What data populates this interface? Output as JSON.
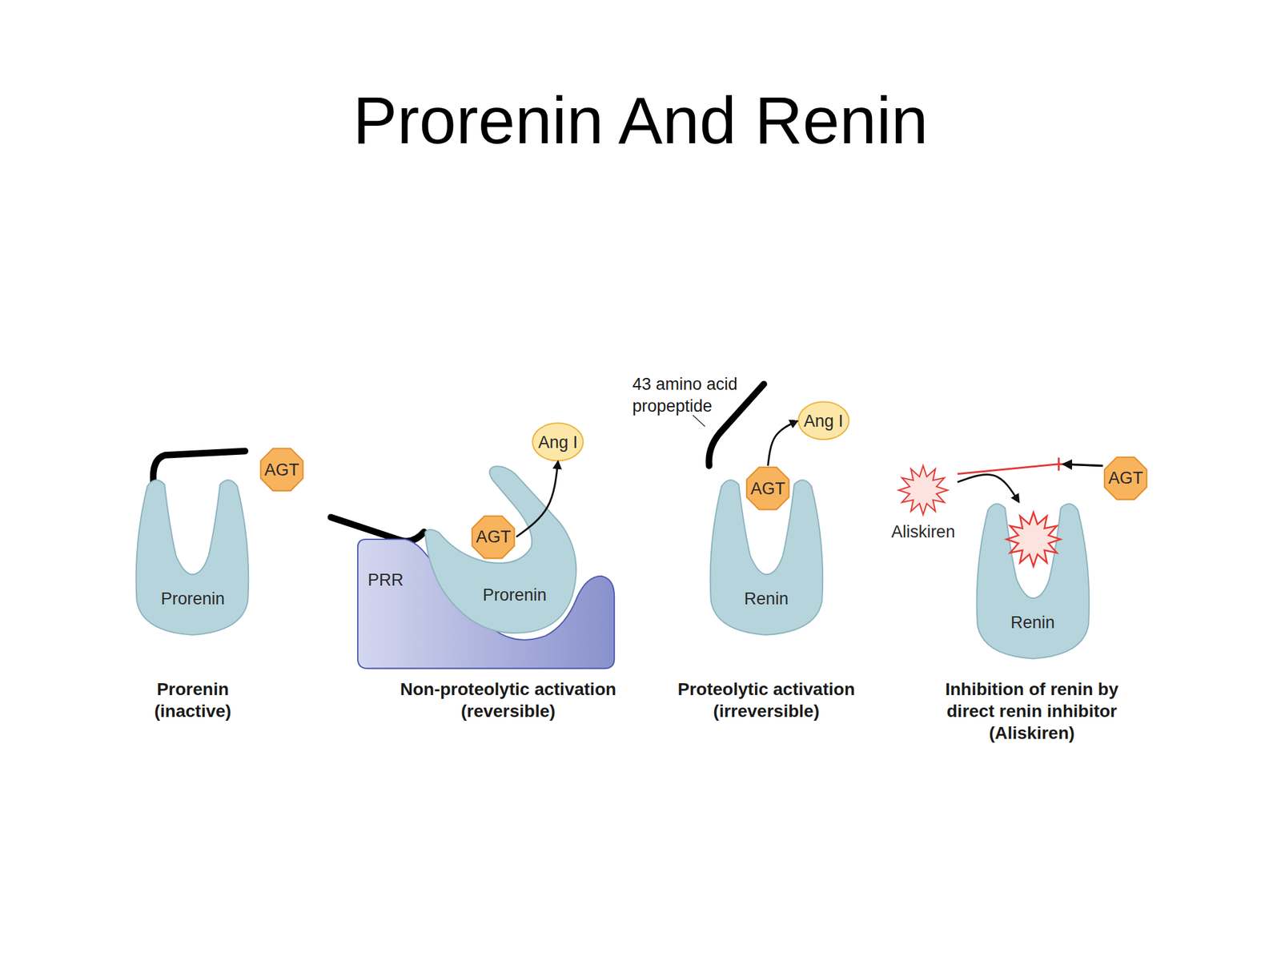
{
  "diagram": {
    "title": "Prorenin And Renin",
    "nodes": [
      {
        "text": [
          "Prorenin"
        ]
      },
      {
        "text": [
          "AGT"
        ]
      },
      {
        "text": [
          "PRR"
        ]
      },
      {
        "text": [
          "Prorenin"
        ],
        "in": 2
      },
      {
        "text": [
          "AGT"
        ]
      },
      {
        "text": [
          "Ang I"
        ]
      },
      {
        "text": [
          "Renin"
        ]
      },
      {
        "text": [
          "AGT"
        ]
      },
      {
        "text": [
          "Ang I"
        ]
      },
      {
        "text": [
          "Aliskiren"
        ]
      },
      {
        "text": [
          "AGT"
        ]
      },
      {
        "text": [
          "Renin"
        ]
      }
    ],
    "edges": [
      {
        "from": 4,
        "to": 5,
        "arrow": "to"
      },
      {
        "from": 7,
        "to": 8,
        "arrow": "to"
      },
      {
        "from": 9,
        "to": 10,
        "arrow": "none"
      },
      {
        "from": 9,
        "to": 11,
        "arrow": "to"
      }
    ],
    "labels": [
      "43 amino acid propeptide",
      "Prorenin (inactive)",
      "Non-proteolytic activation (reversible)",
      "Proteolytic activation (irreversible)",
      "Inhibition of renin by direct renin inhibitor (Aliskiren)"
    ]
  }
}
